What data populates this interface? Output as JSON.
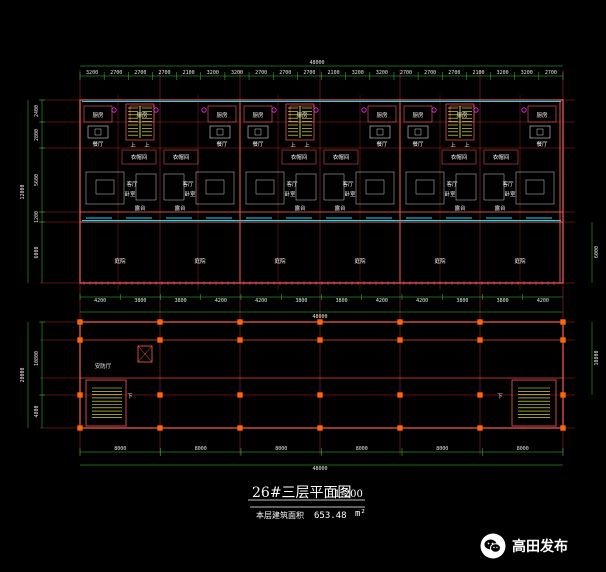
{
  "plan": {
    "overall_width": "48000",
    "top_dims": [
      "3200",
      "2700",
      "2700",
      "2700",
      "2100",
      "3200",
      "3200",
      "2700",
      "2700",
      "2700",
      "2100",
      "3200",
      "3200",
      "2700",
      "2700",
      "2700",
      "2100",
      "3200",
      "3200",
      "2700"
    ],
    "garden_dims": [
      "4200",
      "3800",
      "3800",
      "4200",
      "4200",
      "3800",
      "3800",
      "4200",
      "4200",
      "3800",
      "3800",
      "4200"
    ],
    "bottom_dims": [
      "8000",
      "8000",
      "8000",
      "8000",
      "8000",
      "8000"
    ],
    "left_dims_upper": [
      "2400",
      "2800",
      "5600",
      "1200",
      "6000"
    ],
    "left_dims_upper_total": "12000",
    "left_dims_lower": [
      "10800",
      "4800"
    ],
    "left_dims_lower_total": "20000",
    "right_dims": [
      "6000",
      "10800"
    ]
  },
  "rooms": {
    "kitchen": "厨房",
    "dining": "餐厅",
    "living": "客厅",
    "bedroom": "卧室",
    "closet": "衣帽间",
    "balcony": "露台",
    "garden": "庭院",
    "up": "上",
    "down": "下",
    "security": "安防厅"
  },
  "title": {
    "name": "26#三层平面图",
    "scale": "1:200",
    "area_label": "本层建筑面积",
    "area_value": "653.48",
    "area_unit": "m²"
  },
  "watermark": {
    "text": "高田发布"
  },
  "colors": {
    "wall": "#ff5a5a",
    "grid": "#ff3030",
    "dimension": "#33cc33",
    "window": "#00e5ff",
    "stair": "#ffff33",
    "furniture": "#ffffff",
    "column": "#ff6600"
  }
}
